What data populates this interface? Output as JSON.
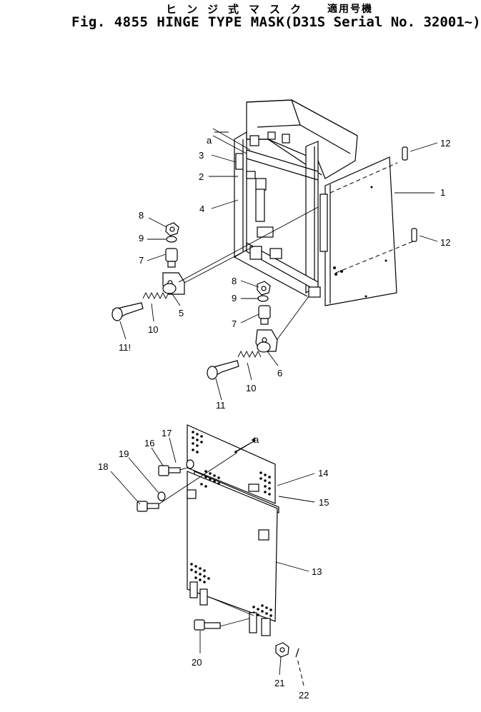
{
  "header": {
    "jp_title": "ヒンジ式マスク",
    "jp_serial_label": "適用号機",
    "figure_title": "Fig. 4855 HINGE TYPE MASK",
    "serial_text": "(D31S Serial No. 32001~)"
  },
  "callouts": {
    "c1": "1",
    "c2": "2",
    "c3": "3",
    "c4": "4",
    "c5": "5",
    "c6": "6",
    "c7a": "7",
    "c7b": "7",
    "c8a": "8",
    "c8b": "8",
    "c9a": "9",
    "c9b": "9",
    "c10a": "10",
    "c10b": "10",
    "c11a": "11!",
    "c11b": "11",
    "c12a": "12",
    "c12b": "12",
    "c13": "13",
    "c14": "14",
    "c15": "15",
    "c16": "16",
    "c17": "17",
    "c18": "18",
    "c19": "19",
    "c20": "20",
    "c21": "21",
    "c22": "22",
    "ref_a_top": "a",
    "ref_a_mid": "a"
  }
}
